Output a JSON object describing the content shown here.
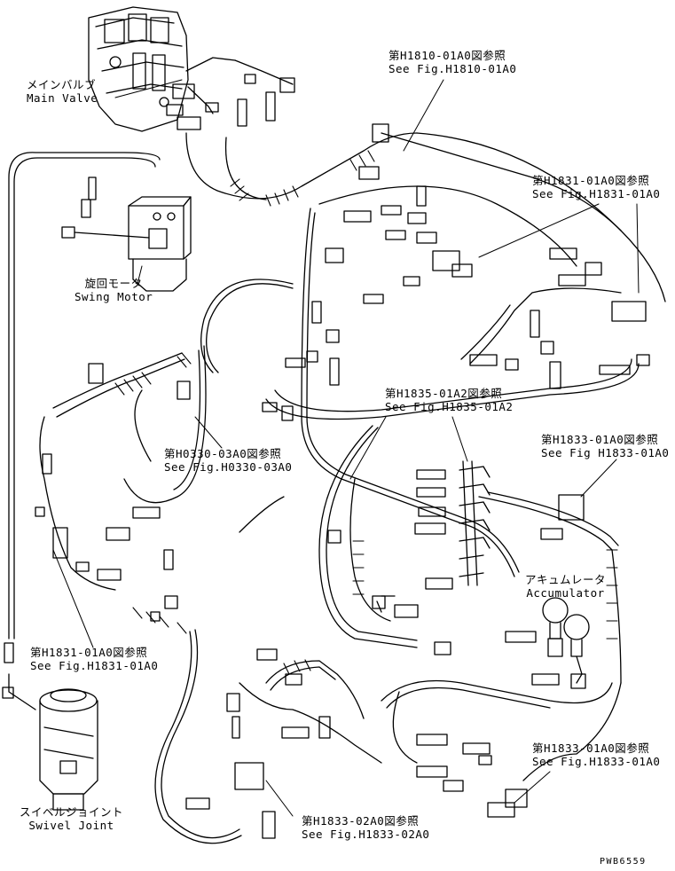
{
  "components": {
    "main_valve": {
      "jp": "メインバルブ",
      "en": "Main Valve"
    },
    "swing_motor": {
      "jp": "旋回モータ",
      "en": "Swing Motor"
    },
    "accumulator": {
      "jp": "アキュムレータ",
      "en": "Accumulator"
    },
    "swivel_joint": {
      "jp": "スイベルジョイント",
      "en": "Swivel Joint"
    }
  },
  "references": [
    {
      "jp": "第H1810-01A0図参照",
      "en": "See Fig.H1810-01A0"
    },
    {
      "jp": "第H1831-01A0図参照",
      "en": "See Fig.H1831-01A0"
    },
    {
      "jp": "第H1835-01A2図参照",
      "en": "See Fig.H1835-01A2"
    },
    {
      "jp": "第H1833-01A0図参照",
      "en": "See Fig H1833-01A0"
    },
    {
      "jp": "第H0330-03A0図参照",
      "en": "See Fig.H0330-03A0"
    },
    {
      "jp": "第H1831-01A0図参照",
      "en": "See Fig.H1831-01A0"
    },
    {
      "jp": "第H1833-01A0図参照",
      "en": "See Fig.H1833-01A0"
    },
    {
      "jp": "第H1833-02A0図参照",
      "en": "See Fig.H1833-02A0"
    }
  ],
  "drawing_code": "PWB6559"
}
